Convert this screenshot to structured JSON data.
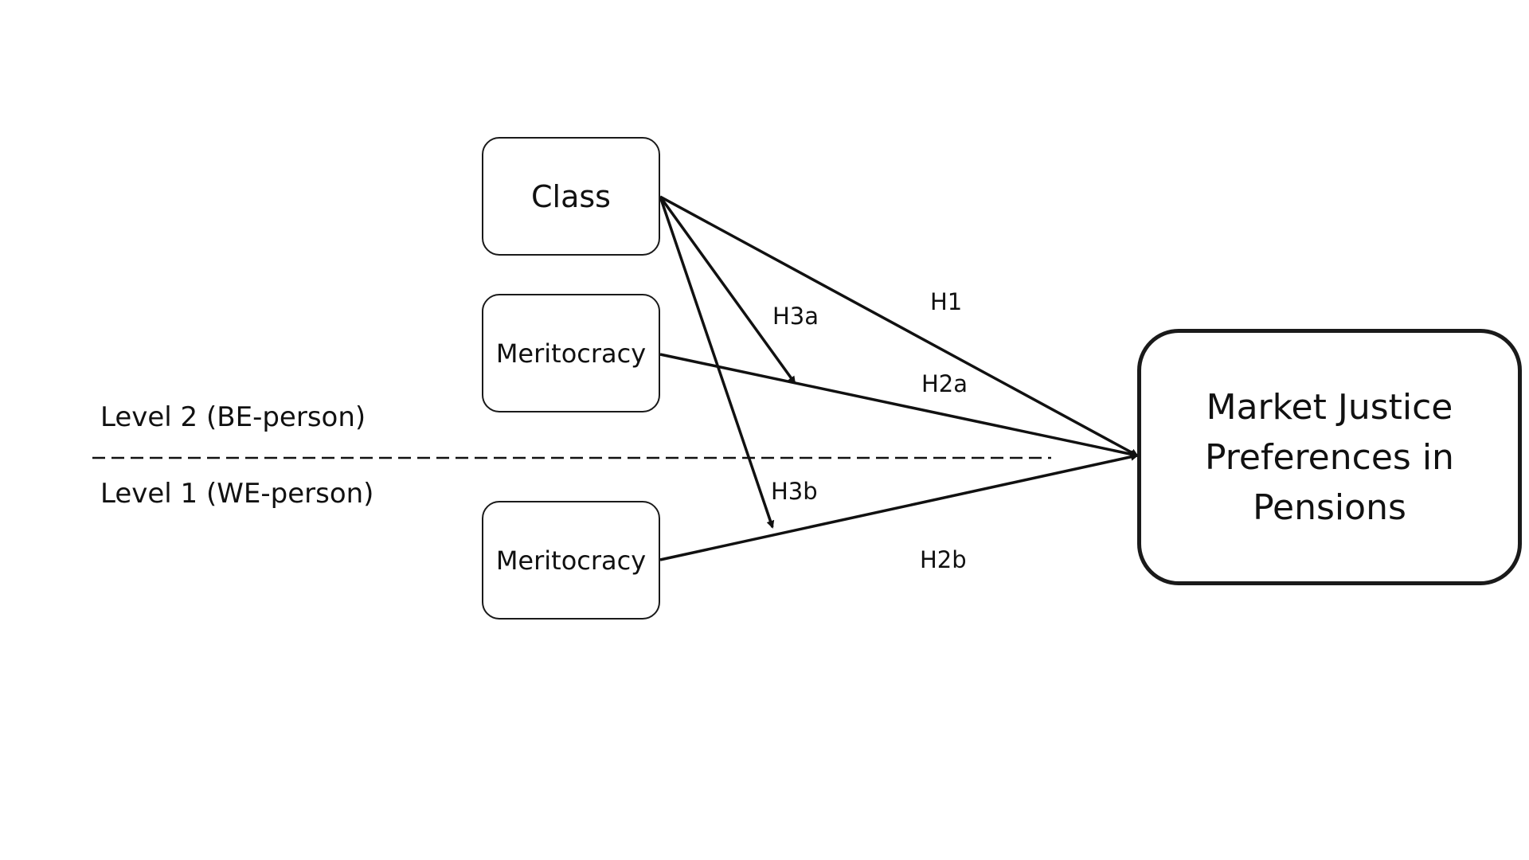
{
  "nodes": {
    "class": "Class",
    "meritocracy_level2": "Meritocracy",
    "meritocracy_level1": "Meritocracy",
    "outcome": "Market Justice\nPreferences in\nPensions"
  },
  "levels": {
    "level2": "Level 2 (BE-person)",
    "level1": "Level 1 (WE-person)"
  },
  "hypotheses": {
    "h1": "H1",
    "h2a": "H2a",
    "h2b": "H2b",
    "h3a": "H3a",
    "h3b": "H3b"
  },
  "colors": {
    "line": "#111111",
    "border": "#1a1a1a",
    "background": "#ffffff"
  }
}
